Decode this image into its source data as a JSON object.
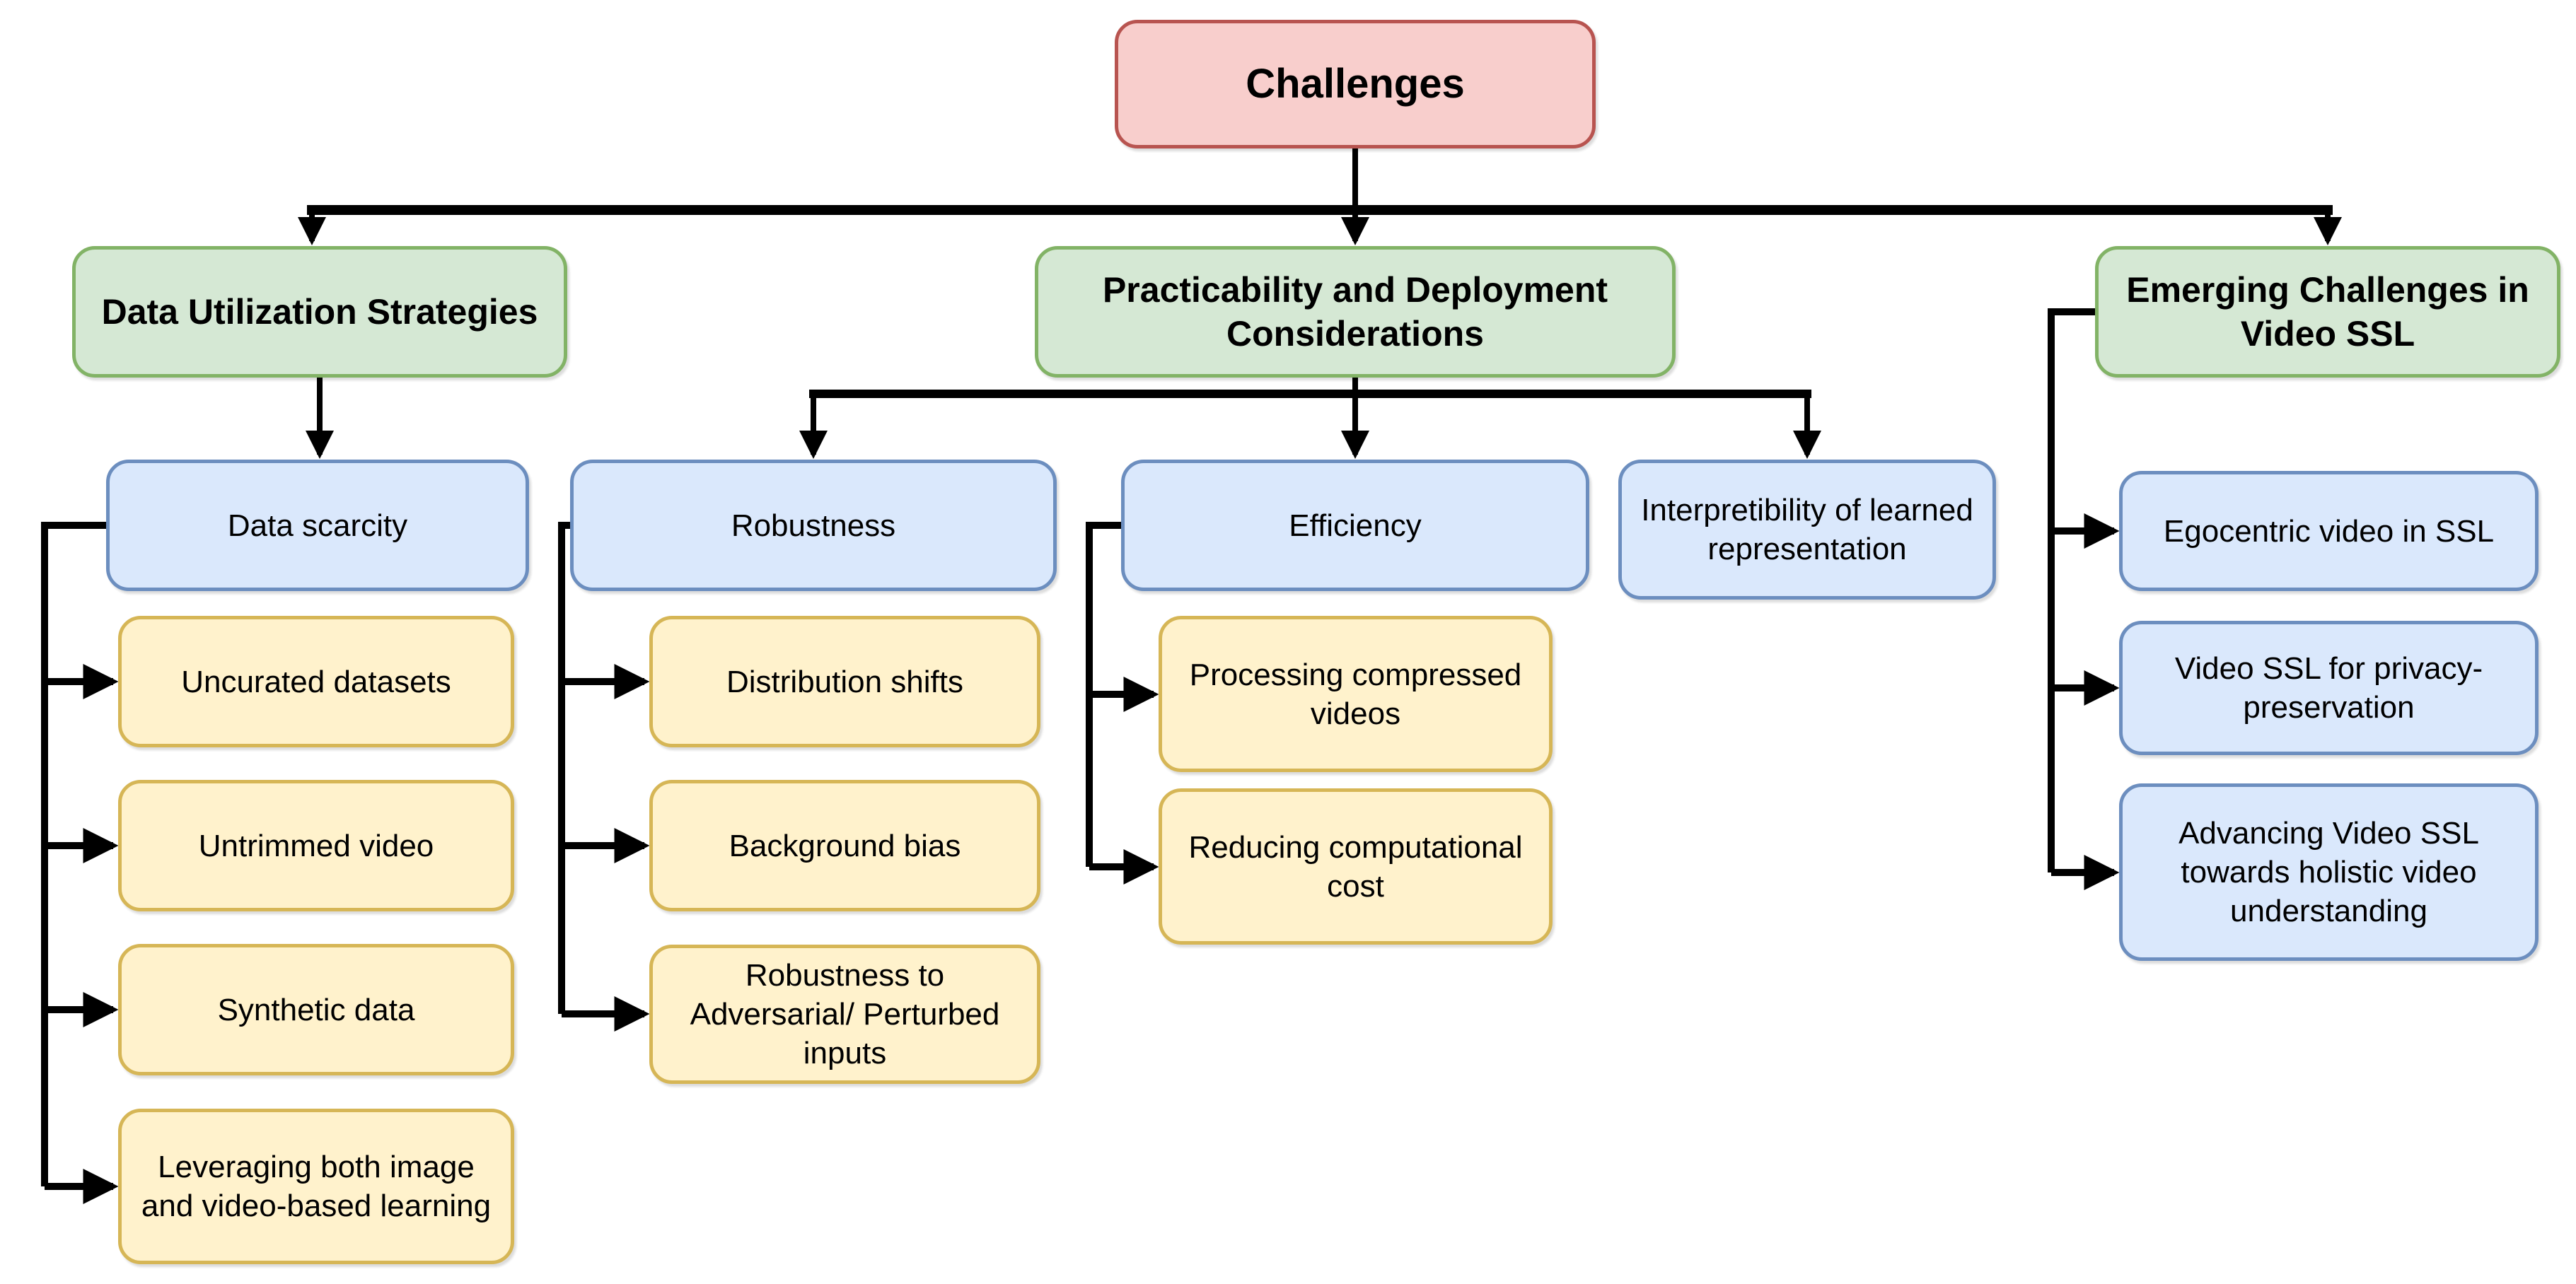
{
  "figure_type": "flowchart-taxonomy",
  "palette": {
    "root_fill": "#F8CECC",
    "root_stroke": "#B85450",
    "branch_fill": "#D5E8D4",
    "branch_stroke": "#82B366",
    "topic_fill": "#DAE8FC",
    "topic_stroke": "#6C8EBF",
    "leaf_fill": "#FFF2CC",
    "leaf_stroke": "#D6B656",
    "connector": "#000000",
    "background": "#FFFFFF"
  },
  "tree": {
    "root": {
      "label": "Challenges"
    },
    "branches": [
      {
        "label": "Data Utilization Strategies",
        "groups": [
          {
            "topic": "Data scarcity",
            "subtopics": [
              "Uncurated datasets",
              "Untrimmed video",
              "Synthetic data",
              "Leveraging both image and video-based learning"
            ]
          }
        ]
      },
      {
        "label": "Practicability and Deployment Considerations",
        "groups": [
          {
            "topic": "Robustness",
            "subtopics": [
              "Distribution shifts",
              "Background bias",
              "Robustness to Adversarial/ Perturbed inputs"
            ]
          },
          {
            "topic": "Efficiency",
            "subtopics": [
              "Processing compressed videos",
              "Reducing computational cost"
            ]
          },
          {
            "topic": "Interpretibility of learned representation",
            "subtopics": []
          }
        ]
      },
      {
        "label": "Emerging Challenges in Video SSL",
        "subtopics": [
          "Egocentric video in SSL",
          "Video SSL for privacy-preservation",
          "Advancing Video SSL towards holistic video understanding"
        ]
      }
    ]
  }
}
